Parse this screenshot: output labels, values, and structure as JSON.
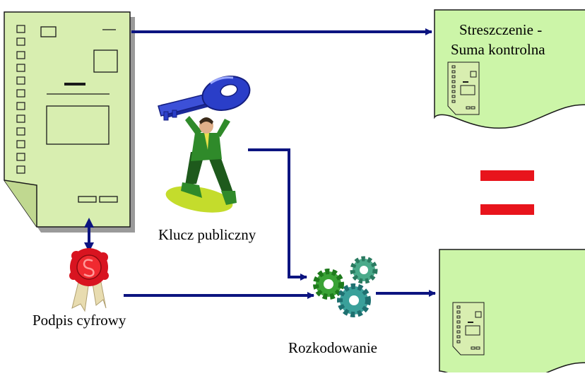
{
  "labels": {
    "summary_line1": "Streszczenie -",
    "summary_line2": "Suma kontrolna",
    "public_key": "Klucz publiczny",
    "signature": "Podpis cyfrowy",
    "decoding": "Rozkodowanie"
  },
  "colors": {
    "arrow": "#0c1480",
    "doc_fill": "#d8eeb0",
    "page_fill": "#ccf5a8",
    "equals": "#e8141c",
    "gear_green": "#3aa336",
    "gear_teal": "#3aa09a",
    "key_blue": "#2a3ec8",
    "suit_green": "#2f8a2a",
    "seal_red": "#d81420"
  },
  "icons": [
    "document-icon",
    "key-person-icon",
    "wax-seal-icon",
    "gears-icon",
    "document-small-icon"
  ]
}
